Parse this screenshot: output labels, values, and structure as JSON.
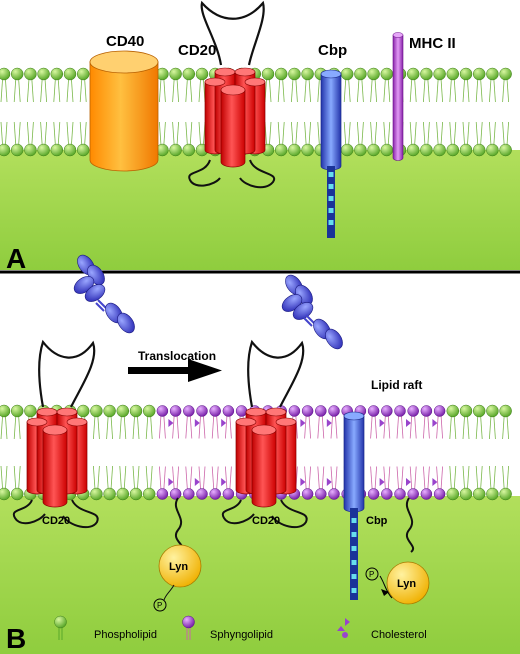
{
  "panel_a": {
    "letter": "A",
    "labels": {
      "cd40": "CD40",
      "cd20": "CD20",
      "cbp": "Cbp",
      "mhc": "MHC II"
    }
  },
  "panel_b": {
    "letter": "B",
    "translocation": "Translocation",
    "lipid_raft": "Lipid raft",
    "cd20_left": "CD20",
    "cd20_right": "CD20",
    "cbp": "Cbp",
    "lyn_left": "Lyn",
    "lyn_right": "Lyn",
    "phospho": "P"
  },
  "legend": {
    "phospholipid": "Phospholipid",
    "sphingolipid": "Sphyngolipid",
    "cholesterol": "Cholesterol"
  },
  "colors": {
    "membrane_green": "#7ac943",
    "cytoplasm_green": "#9ad34a",
    "cd40_orange": "#ff9900",
    "cd20_red": "#ee1111",
    "cbp_blue": "#3355dd",
    "mhc_purple": "#aa33cc",
    "raft_purple": "#9944cc",
    "antibody_blue": "#4444cc",
    "lyn_yellow": "#ffcc00"
  }
}
